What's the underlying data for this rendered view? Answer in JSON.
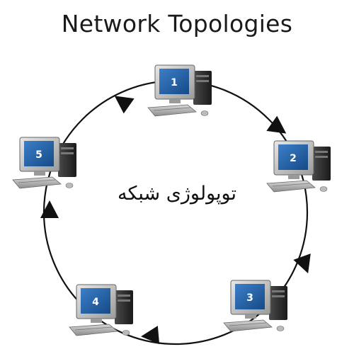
{
  "title": "Network Topologies",
  "center_label": "توپولوژی شبکه",
  "nodes": [
    {
      "number": "1"
    },
    {
      "number": "2"
    },
    {
      "number": "3"
    },
    {
      "number": "4"
    },
    {
      "number": "5"
    }
  ],
  "colors": {
    "screen": "#1f5fa6",
    "case": "#2b2b2b",
    "monitor_frame": "#cfcfcf",
    "ring": "#111111"
  }
}
